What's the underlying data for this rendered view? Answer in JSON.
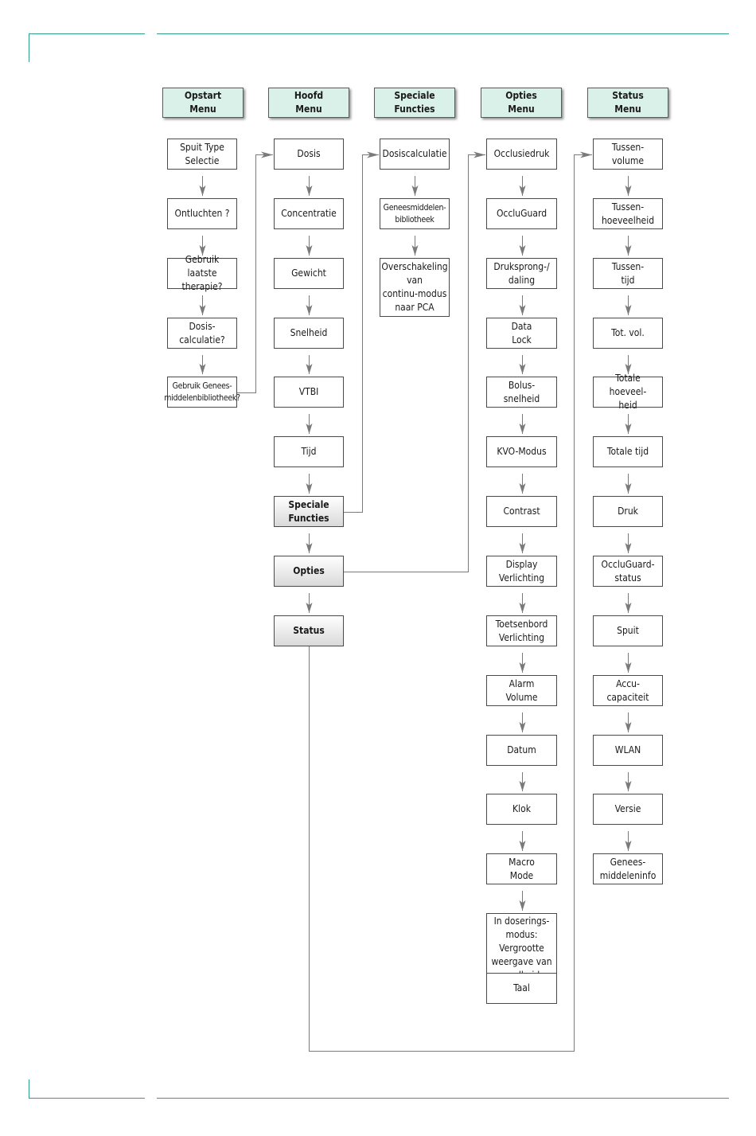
{
  "colors": {
    "accent_rule": "#2f9c8c",
    "header_fill": "#d9f1e8",
    "connector": "#7a7a7a"
  },
  "columns": [
    {
      "header": "Opstart\nMenu",
      "items": [
        "Spuit Type\nSelectie",
        "Ontluchten ?",
        "Gebruik laatste\ntherapie?",
        "Dosis-\ncalculatie?",
        "Gebruik Genees-\nmiddelenbibliotheek?"
      ]
    },
    {
      "header": "Hoofd\nMenu",
      "items": [
        "Dosis",
        "Concentratie",
        "Gewicht",
        "Snelheid",
        "VTBI",
        "Tijd",
        "Speciale\nFuncties",
        "Opties",
        "Status"
      ]
    },
    {
      "header": "Speciale\nFuncties",
      "items": [
        "Dosiscalculatie",
        "Geneesmiddelen-\nbibliotheek",
        "Overschakeling\nvan\ncontinu-modus\nnaar PCA"
      ]
    },
    {
      "header": "Opties\nMenu",
      "items": [
        "Occlusiedruk",
        "OccluGuard",
        "Druksprong-/\ndaling",
        "Data\nLock",
        "Bolus-\nsnelheid",
        "KVO-Modus",
        "Contrast",
        "Display\nVerlichting",
        "Toetsenbord\nVerlichting",
        "Alarm\nVolume",
        "Datum",
        "Klok",
        "Macro\nMode",
        "In doserings-\nmodus:\nVergrootte\nweergave van\nsnelheid",
        "Taal"
      ]
    },
    {
      "header": "Status\nMenu",
      "items": [
        "Tussen-\nvolume",
        "Tussen-\nhoeveelheid",
        "Tussen-\ntijd",
        "Tot. vol.",
        "Totale hoeveel-\nheid",
        "Totale tijd",
        "Druk",
        "OccluGuard-\nstatus",
        "Spuit",
        "Accu-\ncapaciteit",
        "WLAN",
        "Versie",
        "Genees-\nmiddeleninfo"
      ]
    }
  ]
}
